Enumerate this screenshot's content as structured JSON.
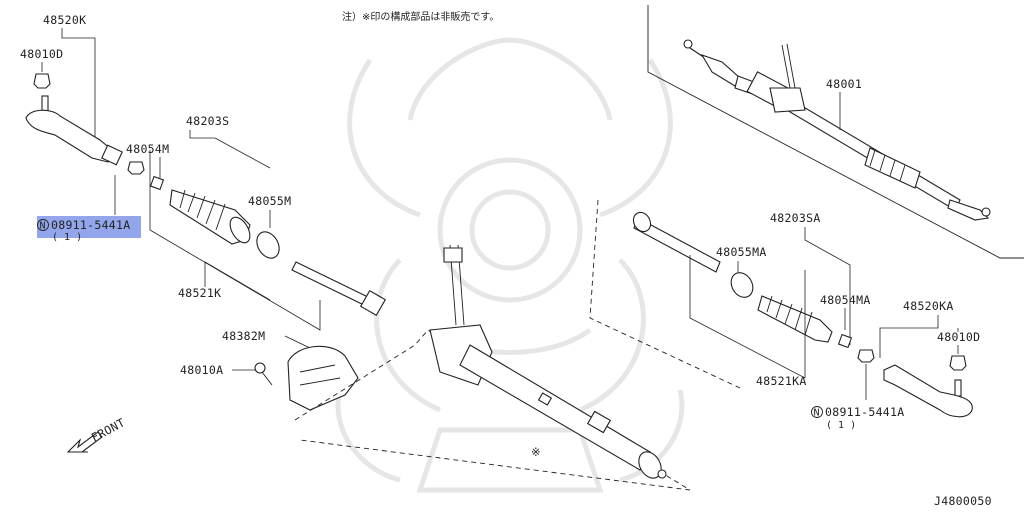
{
  "note": "注）※印の構成部品は非販売です。",
  "diagram_code": "J4800050",
  "front_label": "FRONT",
  "nut_symbol": "N",
  "labels": {
    "p48520K": "48520K",
    "p48010D_left": "48010D",
    "p48054M": "48054M",
    "p48203S": "48203S",
    "p48055M": "48055M",
    "p48521K": "48521K",
    "p08911_left": "08911-5441A",
    "p08911_left_qty": "( 1 )",
    "p48382M": "48382M",
    "p48010A": "48010A",
    "p48001": "48001",
    "p48203SA": "48203SA",
    "p48055MA": "48055MA",
    "p48054MA": "48054MA",
    "p48520KA": "48520KA",
    "p48010D_right": "48010D",
    "p48521KA": "48521KA",
    "p08911_right": "08911-5441A",
    "p08911_right_qty": "( 1 )",
    "non_sale_mark": "※"
  },
  "colors": {
    "line": "#222222",
    "highlight": "#3b5bdb",
    "watermark": "#e6e6e6"
  }
}
